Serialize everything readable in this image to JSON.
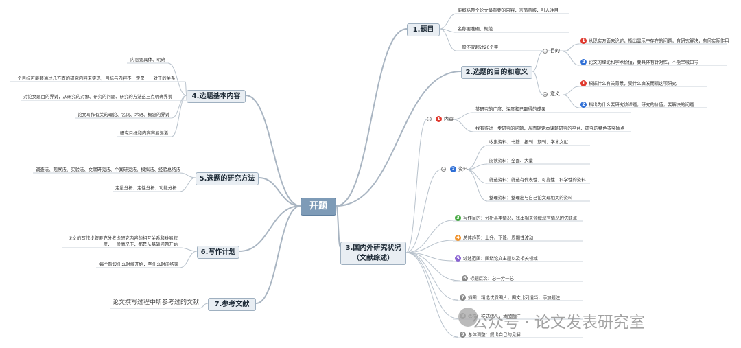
{
  "root": "开题",
  "topics": {
    "t1": "1.题目",
    "t2": "2.选题的目的和意义",
    "t3": "3.国内外研究状况\n（文献综述）",
    "t4": "4.选题基本内容",
    "t5": "5.选题的研究方法",
    "t6": "6.写作计划",
    "t7": "7.参考文献"
  },
  "t1_items": [
    "能概括整个论文最重要的内容，言简意赅，引人注目",
    "名称要准确、规范",
    "一般不宜超过20个字"
  ],
  "t2": {
    "goal": "目的",
    "goal_items": [
      "从现实方面来论述，指出显示中存在的问题，有研究解决，有何实际作用",
      "论文的理论和学术价值，要具体有针对性，不能空喊口号"
    ],
    "meaning": "意义",
    "meaning_items": [
      "根据什么有关背景，受什么启发而搞这项研究",
      "指出为什么要研究该课题，研究的价值，要解决的问题"
    ]
  },
  "t3": {
    "content": "内容",
    "content_items": [
      "某研究的广度、深度和已取得的成果",
      "找有待进一步研究的问题，从而确定本课题研究的平台、研究的特色或突破点"
    ],
    "material": "资料",
    "material_items": [
      "收集资料：书籍、报刊、期刊、学术文献",
      "阅读资料：全面、大量",
      "筛选资料：筛选有代表性、可靠性、科学性的资料",
      "整理资料：整理出与自己论文现相关的资料"
    ],
    "others": [
      "写作目的：分析基本情况、找出相关领域现有情况的优缺点",
      "总体趋势：上升、下降、周期性波动",
      "综述范围：围绕论文主题以及相关领域",
      "标题层次：总—分—总",
      "插图：精选优质图片，图文比列适当，添加题注",
      "表格：样式统一，添加题注",
      "总体调整：提出自己的见解"
    ]
  },
  "t4_items": [
    "内容要具体、明确",
    "一个目标可能要通过几方面的研究内容来实现，目标与内容不一定是一一对于的关系",
    "对论文题目的界说，从研究的对象、研究的问题、研究的方法这三点明确界说",
    "论文写作有关的理论、名词、术语、概念的界说",
    "研究目标和内容容易混淆"
  ],
  "t5_items": [
    "调查法、观察法、实验法、文献研究法、个案研究法、模拟法、经验总结法",
    "定量分析、定性分析、功能分析"
  ],
  "t6_items": [
    "论文的写作步骤要充分考虑研究内容的相互关系和难易程度，一般情况下，都是从基础问题开始",
    "每个阶段什么时候开始，至什么时间结束"
  ],
  "t7_items": [
    "论文撰写过程中所参考过的文献"
  ],
  "watermark": "公众号 · 论文发表研究室",
  "colors": {
    "red": "#e03a2f",
    "blue": "#2f6fd6",
    "green": "#3fa63a",
    "orange": "#f0922b",
    "purple": "#8a63d2",
    "gray": "#888888",
    "line": "#a9b5c2",
    "link": "#b8c2cc"
  }
}
